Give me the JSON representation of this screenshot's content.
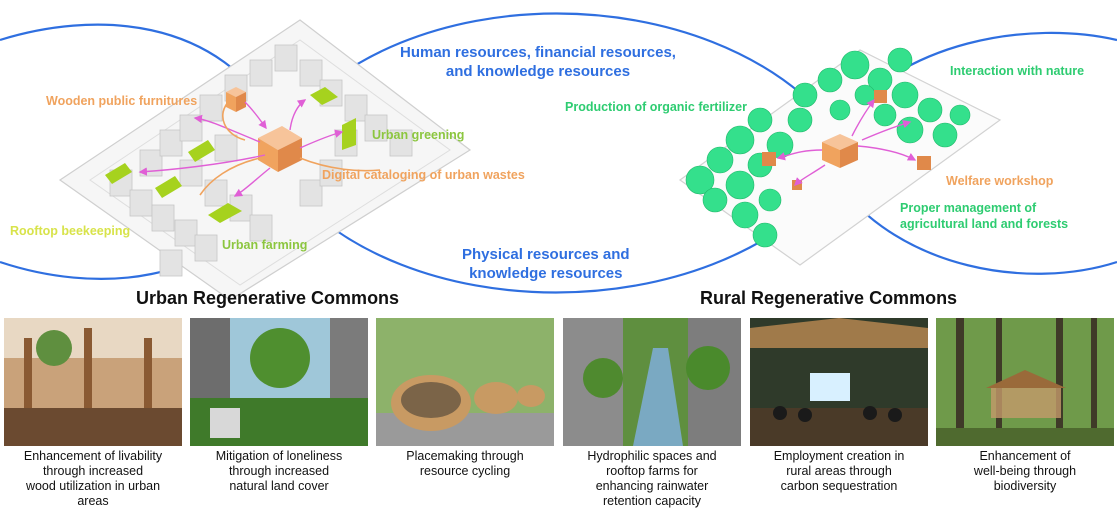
{
  "flows": {
    "top": [
      "Human  resources, financial resources,",
      "and knowledge  resources"
    ],
    "bottom": [
      "Physical resources and",
      "knowledge  resources"
    ]
  },
  "urban_labels": {
    "wooden_furniture": "Wooden public furnitures",
    "urban_greening": "Urban greening",
    "digital_cataloging": "Digital cataloging of urban wastes",
    "rooftop_beekeeping": "Rooftop beekeeping",
    "urban_farming": "Urban farming"
  },
  "rural_labels": {
    "organic_fertilizer": "Production of organic fertilizer",
    "interaction_nature": "Interaction with nature",
    "welfare_workshop": "Welfare workshop",
    "proper_management": [
      "Proper management of",
      "agricultural land and forests"
    ]
  },
  "headings": {
    "urban": "Urban Regenerative Commons",
    "rural": "Rural Regenerative Commons"
  },
  "captions": [
    [
      "Enhancement of livability",
      "through increased",
      "wood utilization in urban",
      "areas"
    ],
    [
      "Mitigation of loneliness",
      "through increased",
      "natural land cover"
    ],
    [
      "Placemaking through",
      "resource cycling"
    ],
    [
      "Hydrophilic spaces and",
      "rooftop farms for",
      "enhancing rainwater",
      "retention capacity"
    ],
    [
      "Employment creation in",
      "rural areas through",
      "carbon sequestration"
    ],
    [
      "Enhancement of",
      "well-being through",
      "biodiversity"
    ]
  ],
  "colors": {
    "flow_blue": "#2f6fe0",
    "urban_green": "#8cc63f",
    "rural_green": "#2ecc71",
    "orange": "#f0a35e",
    "yellow": "#d8e34a",
    "arrow_magenta": "#e05fd6"
  }
}
